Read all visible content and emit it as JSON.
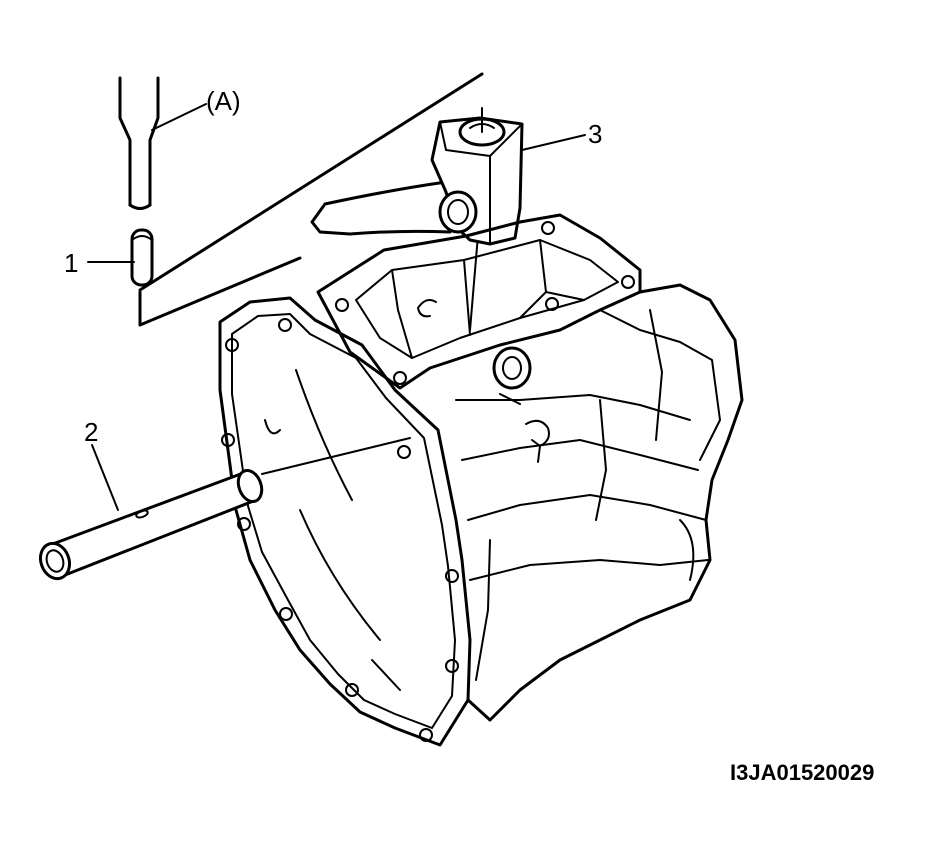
{
  "labels": {
    "tool": "(A)",
    "part1": "1",
    "part2": "2",
    "part3": "3"
  },
  "figure_code": "I3JA01520029",
  "colors": {
    "line": "#000000",
    "background": "#ffffff"
  }
}
